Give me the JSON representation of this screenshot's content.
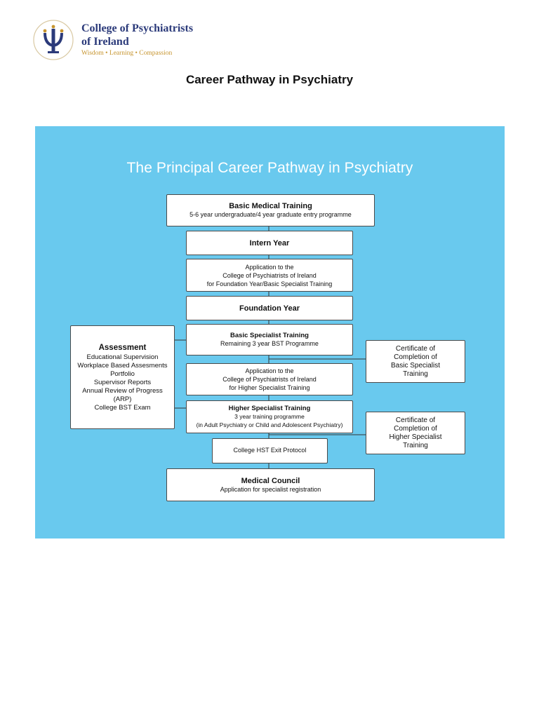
{
  "header": {
    "org_name_line1": "College of Psychiatrists",
    "org_name_line2": "of Ireland",
    "tagline": "Wisdom • Learning • Compassion",
    "logo_icon": "psi-trident-logo-icon"
  },
  "page_title": "Career Pathway in Psychiatry",
  "diagram": {
    "title": "The Principal Career Pathway in Psychiatry",
    "background_color": "#69c9ee",
    "boxes": {
      "basic_medical": {
        "title": "Basic Medical Training",
        "lines": [
          "5-6 year undergraduate/4 year graduate entry programme"
        ]
      },
      "intern": {
        "title": "Intern Year"
      },
      "application_foundation": {
        "lines": [
          "Application to the",
          "College of Psychiatrists of Ireland",
          "for Foundation Year/Basic Specialist Training"
        ]
      },
      "foundation": {
        "title": "Foundation Year"
      },
      "bst": {
        "title": "Basic Specialist Training",
        "lines": [
          "Remaining 3 year BST Programme"
        ]
      },
      "application_hst": {
        "lines": [
          "Application to the",
          "College of Psychiatrists of Ireland",
          "for Higher Specialist Training"
        ]
      },
      "hst": {
        "title": "Higher Specialist Training",
        "lines": [
          "3 year training programme",
          "(in Adult Psychiatry or Child and Adolescent Psychiatry)"
        ]
      },
      "hst_exit": {
        "lines": [
          "College HST Exit Protocol"
        ]
      },
      "medical_council": {
        "title": "Medical Council",
        "lines": [
          "Application for specialist registration"
        ]
      },
      "assessment": {
        "title": "Assessment",
        "lines": [
          "Educational Supervision",
          "Workplace Based Assesments",
          "Portfolio",
          "Supervisor Reports",
          "Annual Review of Progress (ARP)",
          "College BST Exam"
        ]
      },
      "cert_bst": {
        "lines": [
          "Certificate of",
          "Completion of",
          "Basic Specialist",
          "Training"
        ]
      },
      "cert_hst": {
        "lines": [
          "Certificate of",
          "Completion of",
          "Higher Specialist",
          "Training"
        ]
      }
    }
  }
}
